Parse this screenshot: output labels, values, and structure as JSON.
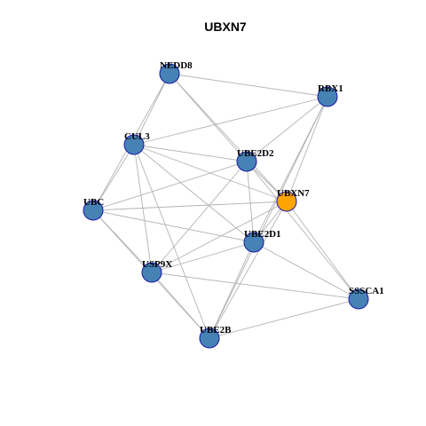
{
  "chart_data": {
    "type": "network",
    "title": "UBXN7",
    "highlight_color": "#FFA500",
    "node_color": "#4682B4",
    "node_border": "#1a1aa8",
    "edge_color": "#b3b3b3",
    "nodes": [
      {
        "id": "NEDD8",
        "label": "NEDD8",
        "highlight": false
      },
      {
        "id": "RBX1",
        "label": "RBX1",
        "highlight": false
      },
      {
        "id": "CUL3",
        "label": "CUL3",
        "highlight": false
      },
      {
        "id": "UBE2D2",
        "label": "UBE2D2",
        "highlight": false
      },
      {
        "id": "UBXN7",
        "label": "UBXN7",
        "highlight": true
      },
      {
        "id": "UBC",
        "label": "UBC",
        "highlight": false
      },
      {
        "id": "UBE2D1",
        "label": "UBE2D1",
        "highlight": false
      },
      {
        "id": "USP9X",
        "label": "USP9X",
        "highlight": false
      },
      {
        "id": "SSSCA1",
        "label": "SSSCA1",
        "highlight": false
      },
      {
        "id": "UBE2B",
        "label": "UBE2B",
        "highlight": false
      }
    ],
    "edges": [
      [
        "NEDD8",
        "RBX1"
      ],
      [
        "NEDD8",
        "CUL3"
      ],
      [
        "NEDD8",
        "UBC"
      ],
      [
        "NEDD8",
        "UBE2D2"
      ],
      [
        "NEDD8",
        "UBXN7"
      ],
      [
        "RBX1",
        "CUL3"
      ],
      [
        "RBX1",
        "UBE2D2"
      ],
      [
        "RBX1",
        "UBXN7"
      ],
      [
        "RBX1",
        "UBE2D1"
      ],
      [
        "RBX1",
        "UBE2B"
      ],
      [
        "CUL3",
        "UBC"
      ],
      [
        "CUL3",
        "UBE2D2"
      ],
      [
        "CUL3",
        "UBXN7"
      ],
      [
        "CUL3",
        "UBE2D1"
      ],
      [
        "CUL3",
        "USP9X"
      ],
      [
        "CUL3",
        "UBE2B"
      ],
      [
        "UBE2D2",
        "UBC"
      ],
      [
        "UBE2D2",
        "UBXN7"
      ],
      [
        "UBE2D2",
        "UBE2D1"
      ],
      [
        "UBE2D2",
        "USP9X"
      ],
      [
        "UBE2D2",
        "SSSCA1"
      ],
      [
        "UBXN7",
        "UBC"
      ],
      [
        "UBXN7",
        "UBE2D1"
      ],
      [
        "UBXN7",
        "USP9X"
      ],
      [
        "UBXN7",
        "SSSCA1"
      ],
      [
        "UBXN7",
        "UBE2B"
      ],
      [
        "UBC",
        "UBE2D1"
      ],
      [
        "UBC",
        "USP9X"
      ],
      [
        "UBC",
        "UBE2B"
      ],
      [
        "UBE2D1",
        "USP9X"
      ],
      [
        "UBE2D1",
        "SSSCA1"
      ],
      [
        "UBE2D1",
        "UBE2B"
      ],
      [
        "USP9X",
        "SSSCA1"
      ],
      [
        "USP9X",
        "UBE2B"
      ],
      [
        "SSSCA1",
        "UBE2B"
      ]
    ]
  }
}
